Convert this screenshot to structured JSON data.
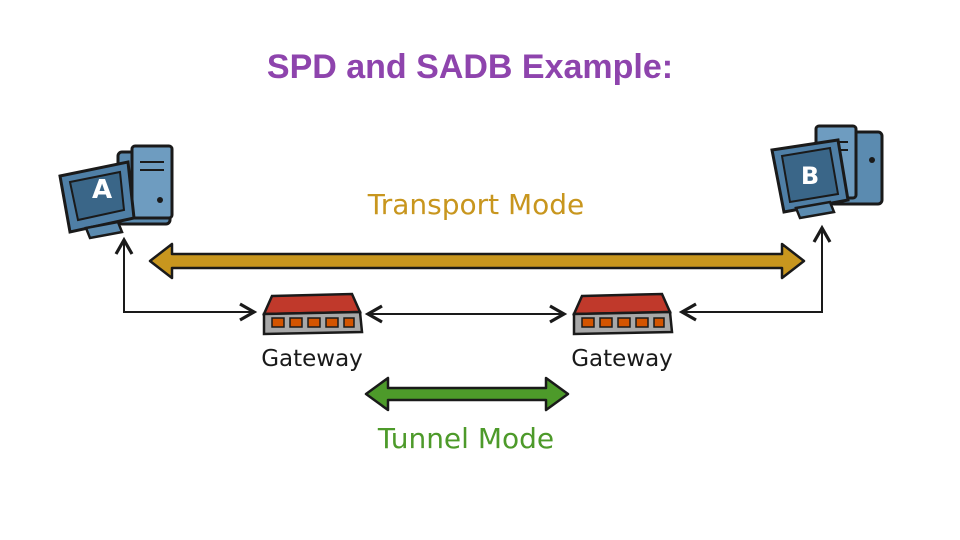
{
  "title": "SPD and SADB Example:",
  "nodes": {
    "host_a": {
      "label": "A"
    },
    "host_b": {
      "label": "B"
    },
    "gateway_left": {
      "label": "Gateway"
    },
    "gateway_right": {
      "label": "Gateway"
    }
  },
  "modes": {
    "transport": {
      "label": "Transport Mode",
      "color": "#c8961e"
    },
    "tunnel": {
      "label": "Tunnel Mode",
      "color": "#4d9a2a"
    }
  },
  "colors": {
    "title": "#8e44ad",
    "computer": "#4f7fa6",
    "gateway_top": "#c0392b",
    "gateway_body": "#9a9a9a"
  }
}
